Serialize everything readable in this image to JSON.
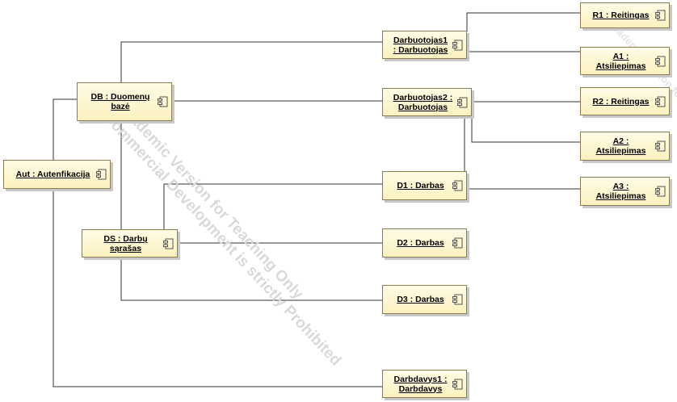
{
  "nodes": {
    "aut": "Aut : Autenfikacija",
    "db": "DB : Duomenų\nbazė",
    "ds": "DS : Darbų\nsąrašas",
    "darbuotojas1": "Darbuotojas1\n: Darbuotojas",
    "darbuotojas2": "Darbuotojas2 :\nDarbuotojas",
    "d1": "D1 : Darbas",
    "d2": "D2 : Darbas",
    "d3": "D3 : Darbas",
    "darbdavys1": "Darbdavys1 :\nDarbdavys",
    "r1": "R1 : Reitingas",
    "a1": "A1 :\nAtsiliepimas",
    "r2": "R2 : Reitingas",
    "a2": "A2 :\nAtsiliepimas",
    "a3": "A3 :\nAtsiliepimas"
  },
  "watermark": {
    "line1": "Academic Version for Teaching Only",
    "line2": "Commercial Development is strictly Prohibited",
    "fragment": "Academic Version for Teaching Only"
  },
  "icon": "component-icon"
}
